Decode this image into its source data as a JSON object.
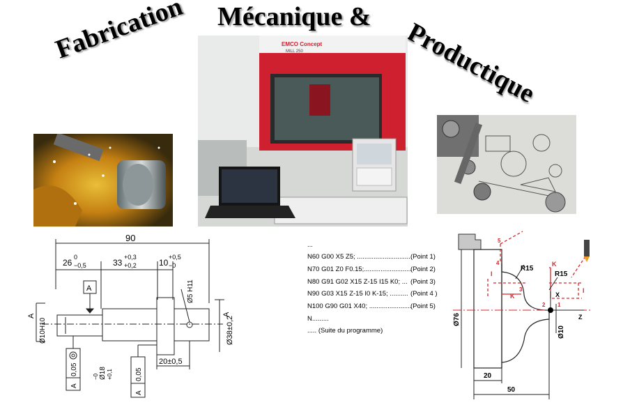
{
  "titles": {
    "center": "Mécanique  &",
    "left": "Fabrication",
    "right": "Productique"
  },
  "photos": {
    "machine_brand": "EMCO Concept",
    "machine_model": "MILL 250"
  },
  "drawing_left": {
    "dim_total": "90",
    "dim_26": "26",
    "dim_26_tol_up": "0",
    "dim_26_tol_low": "−0,5",
    "dim_33": "33",
    "dim_33_tol_up": "+0,3",
    "dim_33_tol_low": "+0,2",
    "dim_10": "10",
    "dim_10_tol_up": "+0,5",
    "dim_10_tol_low": "−0",
    "dim_20": "20±0,5",
    "dia_left": "Ø10H10",
    "dia_groove": "Ø18",
    "dia_groove_tol_up": "+0,1",
    "dia_groove_tol_low": "−0",
    "dia_hole": "Ø5 H11",
    "dia_big": "Ø38±0,2",
    "datum": "A",
    "tol_circ": "0,05",
    "tol_perp": "0,05"
  },
  "gcode": {
    "lines": [
      {
        "code": "...",
        "point": ""
      },
      {
        "code": "N60 G00 X5 Z5; ..............................",
        "point": "(Point 1)"
      },
      {
        "code": " N70 G01 Z0 F0.15;..........................",
        "point": "(Point 2)"
      },
      {
        "code": "N80 G91 G02 X15  Z-15 I15 K0; ...",
        "point": "(Point 3)"
      },
      {
        "code": "N90 G03 X15  Z-15 I0 K-15; ..........",
        "point": "(Point 4 )"
      },
      {
        "code": "N100 G90 G01 X40; .......................",
        "point": "(Point 5)"
      },
      {
        "code": "N.........",
        "point": ""
      },
      {
        "code": "..... (Suite du programme)",
        "point": ""
      }
    ]
  },
  "drawing_right": {
    "r15_a": "R15",
    "r15_b": "R15",
    "k_label_a": "K",
    "k_label_b": "K",
    "i_label_a": "I",
    "i_label_b": "I",
    "axis_x": "X",
    "axis_z": "Z",
    "dia_76": "Ø76",
    "dia_10": "Ø10",
    "dim_20": "20",
    "dim_50": "50",
    "p1": "1",
    "p2": "2",
    "p3": "3",
    "p4": "4",
    "p5": "5"
  },
  "colors": {
    "red": "#d8262a",
    "machine_red": "#cf2030",
    "title_shadow": "#9a9a9a"
  }
}
